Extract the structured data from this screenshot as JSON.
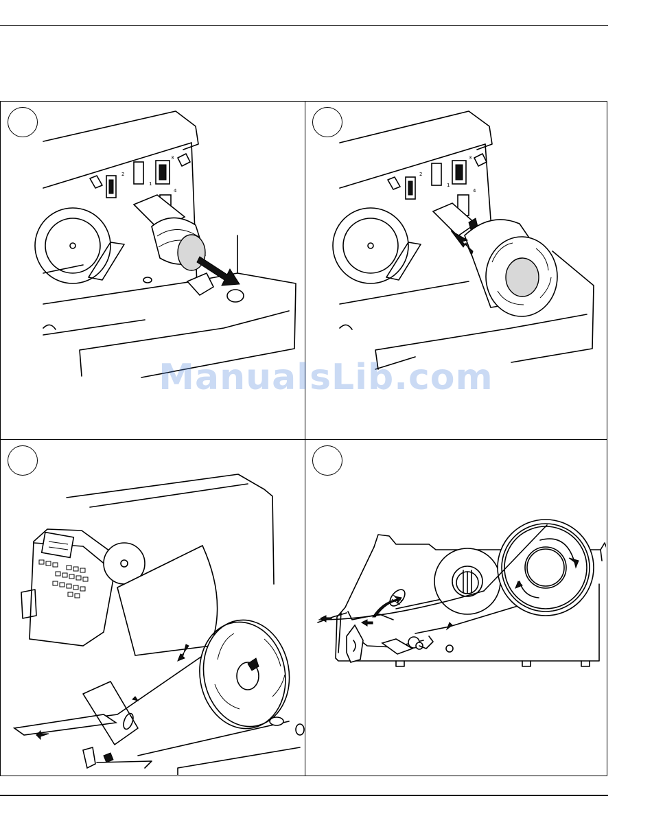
{
  "watermark": {
    "text": "ManualsLib.com"
  },
  "panels": [
    {
      "step_marker": ""
    },
    {
      "step_marker": ""
    },
    {
      "step_marker": ""
    },
    {
      "step_marker": ""
    }
  ],
  "illustrations": {
    "panel_1": {
      "slot_labels": [
        "2",
        "3",
        "1",
        "4"
      ]
    },
    "panel_2": {
      "slot_labels": [
        "2",
        "3",
        "1",
        "4"
      ]
    }
  },
  "colors": {
    "watermark": "#5a8cdc",
    "line": "#000000",
    "roll_core": "#d8d8d8"
  }
}
